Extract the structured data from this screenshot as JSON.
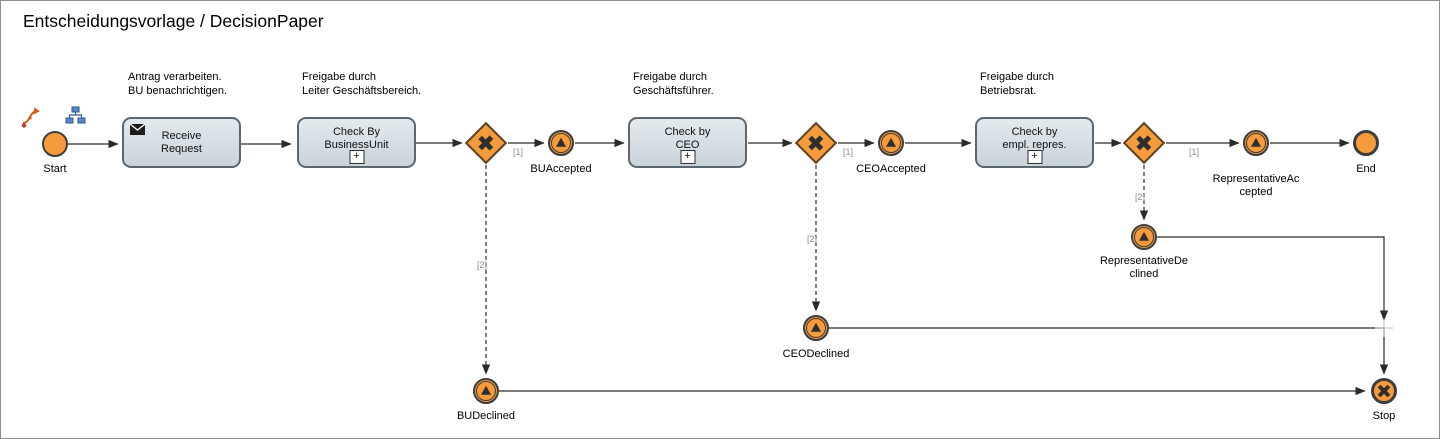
{
  "title": "Entscheidungsvorlage / DecisionPaper",
  "colors": {
    "event_fill": "#F59B3C",
    "node_border": "#3d3d3d",
    "task_fill_top": "#E4EAEE",
    "task_fill_bottom": "#C9D3DA"
  },
  "events": {
    "start": {
      "label": "Start"
    },
    "end": {
      "label": "End"
    },
    "stop": {
      "label": "Stop"
    },
    "bu_accepted": {
      "label": "BUAccepted"
    },
    "bu_declined": {
      "label": "BUDeclined"
    },
    "ceo_accepted": {
      "label": "CEOAccepted"
    },
    "ceo_declined": {
      "label": "CEODeclined"
    },
    "rep_accepted": {
      "label": "RepresentativeAc\ncepted"
    },
    "rep_declined": {
      "label": "RepresentativeDe\nclined"
    }
  },
  "tasks": {
    "receive_request": {
      "label": "Receive\nRequest",
      "annotation": "Antrag verarbeiten.\nBU benachrichtigen."
    },
    "check_bu": {
      "label": "Check By\nBusinessUnit",
      "annotation": "Freigabe durch\nLeiter Geschäftsbereich."
    },
    "check_ceo": {
      "label": "Check by\nCEO",
      "annotation": "Freigabe durch\nGeschäftsführer."
    },
    "check_rep": {
      "label": "Check by\nempl. repres.",
      "annotation": "Freigabe durch\nBetriebsrat."
    }
  },
  "edge_labels": {
    "accept": "[1]",
    "decline": "[2]"
  },
  "markers": {
    "subprocess": "+"
  }
}
